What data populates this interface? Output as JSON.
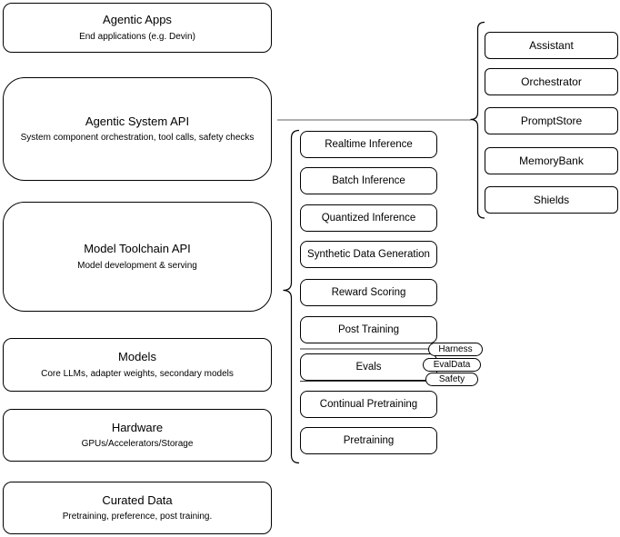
{
  "left_stack": [
    {
      "title": "Agentic Apps",
      "subtitle": "End applications (e.g. Devin)"
    },
    {
      "title": "Agentic System API",
      "subtitle": "System component orchestration, tool calls, safety checks"
    },
    {
      "title": "Model Toolchain API",
      "subtitle": "Model development & serving"
    },
    {
      "title": "Models",
      "subtitle": "Core LLMs, adapter weights, secondary models"
    },
    {
      "title": "Hardware",
      "subtitle": "GPUs/Accelerators/Storage"
    },
    {
      "title": "Curated Data",
      "subtitle": "Pretraining, preference, post training."
    }
  ],
  "toolchain": {
    "items": [
      "Realtime Inference",
      "Batch Inference",
      "Quantized Inference",
      "Synthetic Data Generation",
      "Reward Scoring",
      "Post Training",
      "Evals",
      "Continual Pretraining",
      "Pretraining"
    ]
  },
  "evals_tags": {
    "items": [
      "Harness",
      "EvalData",
      "Safety"
    ]
  },
  "system_components": {
    "items": [
      "Assistant",
      "Orchestrator",
      "PromptStore",
      "MemoryBank",
      "Shields"
    ]
  },
  "colors": {
    "stroke": "#000000",
    "connector": "#808080",
    "fill": "#ffffff",
    "background": "#ffffff"
  }
}
